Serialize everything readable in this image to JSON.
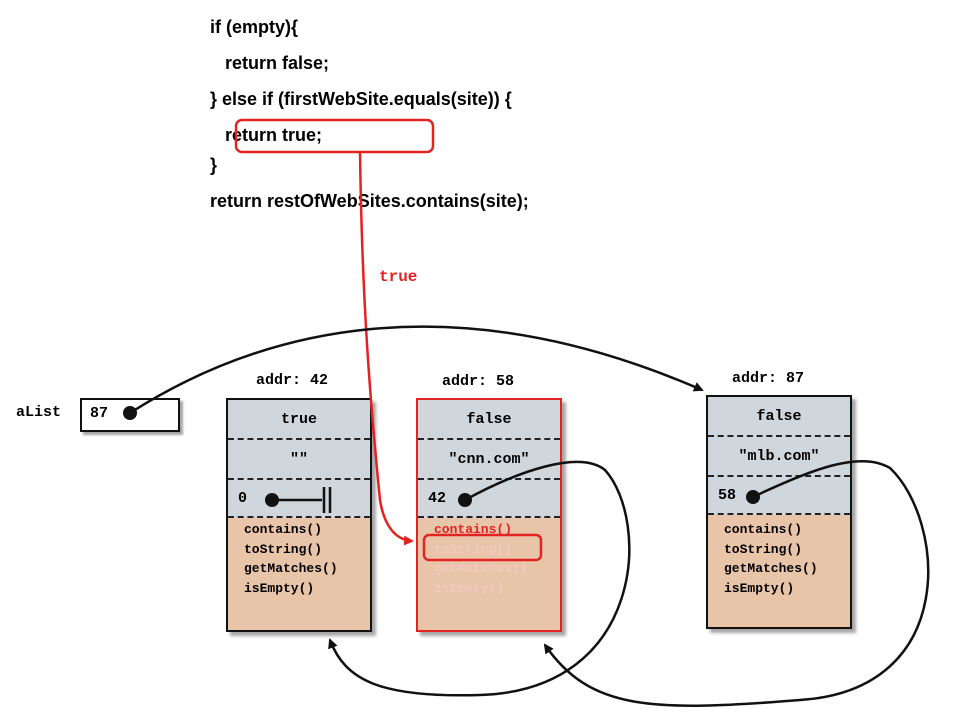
{
  "code": {
    "lines": [
      "if (empty){",
      "   return false;",
      "} else if (firstWebSite.equals(site)) {",
      "   return true;",
      "}",
      "return restOfWebSites.contains(site);"
    ]
  },
  "return_label": "true",
  "variable": {
    "name": "aList",
    "value": "87"
  },
  "nodes": [
    {
      "addr": "addr: 42",
      "empty": "true",
      "site": "\"\"",
      "next": "0",
      "methods": [
        "contains()",
        "toString()",
        "getMatches()",
        "isEmpty()"
      ]
    },
    {
      "addr": "addr: 58",
      "empty": "false",
      "site": "\"cnn.com\"",
      "next": "42",
      "methods": [
        "contains()",
        "toString()",
        "getMatches()",
        "isEmpty()"
      ]
    },
    {
      "addr": "addr: 87",
      "empty": "false",
      "site": "\"mlb.com\"",
      "next": "58",
      "methods": [
        "contains()",
        "toString()",
        "getMatches()",
        "isEmpty()"
      ]
    }
  ],
  "colors": {
    "highlight": "#e32222",
    "field_bg": "#cfd6dc",
    "object_bg": "#e8c5a8",
    "arrow": "#111111"
  }
}
